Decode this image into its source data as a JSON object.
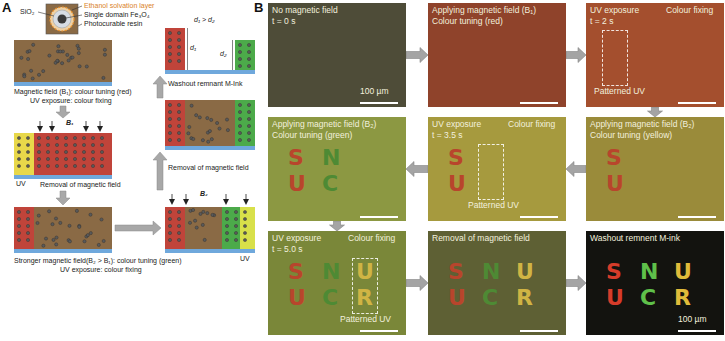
{
  "diagram": {
    "nodes": [
      {
        "text": [
          "No magnetic field",
          "t = 0 s",
          "100 µm"
        ]
      },
      {
        "text": [
          "Applying magnetic field (B₁)",
          "Colour tuning (red)"
        ]
      },
      {
        "text": [
          "UV exposure",
          "t = 2 s",
          "Colour fixing",
          "Patterned UV"
        ]
      },
      {
        "text": [
          "Applying magnetic field (B₂)",
          "Colour tuning (yellow)",
          "S",
          "U"
        ]
      },
      {
        "text": [
          "UV exposure",
          "t = 3.5 s",
          "Colour fixing",
          "Patterned UV",
          "S",
          "U"
        ]
      },
      {
        "text": [
          "Applying magnetic field (B₂)",
          "Colour tuning (green)",
          "S",
          "N",
          "U",
          "C"
        ]
      },
      {
        "text": [
          "UV exposure",
          "t = 5.0 s",
          "Colour fixing",
          "Patterned UV",
          "S",
          "N",
          "U",
          "U",
          "C",
          "R"
        ]
      },
      {
        "text": [
          "Removal of magnetic field",
          "S",
          "N",
          "U",
          "U",
          "C",
          "R"
        ]
      },
      {
        "text": [
          "Washout remnent M-ink",
          "S",
          "N",
          "U",
          "U",
          "C",
          "R",
          "100 µm"
        ]
      }
    ],
    "edges": [
      {
        "from": 0,
        "to": 1,
        "arrow": "to"
      },
      {
        "from": 1,
        "to": 2,
        "arrow": "to"
      },
      {
        "from": 2,
        "to": 3,
        "arrow": "to"
      },
      {
        "from": 3,
        "to": 4,
        "arrow": "to"
      },
      {
        "from": 4,
        "to": 5,
        "arrow": "to"
      },
      {
        "from": 5,
        "to": 6,
        "arrow": "to"
      },
      {
        "from": 6,
        "to": 7,
        "arrow": "to"
      },
      {
        "from": 7,
        "to": 8,
        "arrow": "to"
      }
    ],
    "labels": [
      "A",
      "Ethanol solvation layer",
      "SiO₂",
      "Single domain Fe₃O₄",
      "Photocurable resin",
      "Magnetic field (B₁): colour tuning (red)",
      "UV exposure: colour fixing",
      "B₁",
      "UV",
      "Removal of magnetic field",
      "Stronger magnetic field(B₂ > B₁): colour tuning (green)",
      "UV exposure: colour fixing",
      "B₂",
      "UV",
      "Removal of magnetic field",
      "Washout remnant M-Ink",
      "d₁ > d₂",
      "d₁",
      "d₂",
      "B"
    ]
  }
}
